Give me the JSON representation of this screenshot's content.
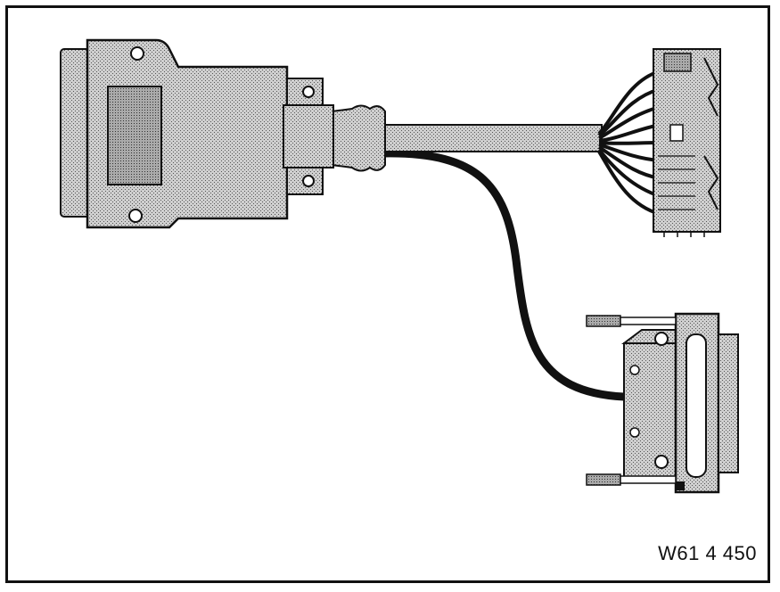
{
  "figure": {
    "reference_code": "W61 4 450"
  },
  "colors": {
    "outline": "#111111",
    "fill": "#bdbdbd",
    "cable_black": "#111111",
    "background": "#ffffff"
  },
  "parts": {
    "main_plug": "large-housing-connector",
    "multi_pin_end": "multi-pin-connector",
    "sub_d_end": "sub-d-connector",
    "main_cable": "grey-cable",
    "branch_cable": "black-cable"
  }
}
